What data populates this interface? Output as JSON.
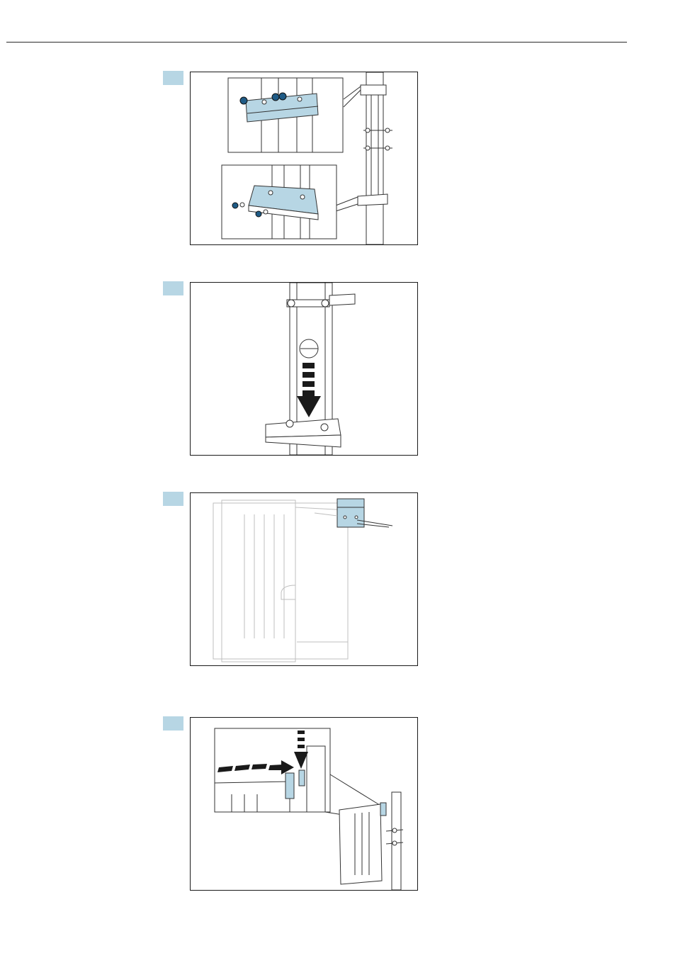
{
  "page": {
    "steps": [
      {
        "id": "step-1",
        "description": ""
      },
      {
        "id": "step-2",
        "description": ""
      },
      {
        "id": "step-3",
        "description": ""
      },
      {
        "id": "step-4",
        "description": ""
      }
    ]
  },
  "colors": {
    "accent_blue": "#b7d6e4",
    "nut_blue": "#1f5b86",
    "line": "#333333",
    "rule": "#2a2a2a"
  }
}
